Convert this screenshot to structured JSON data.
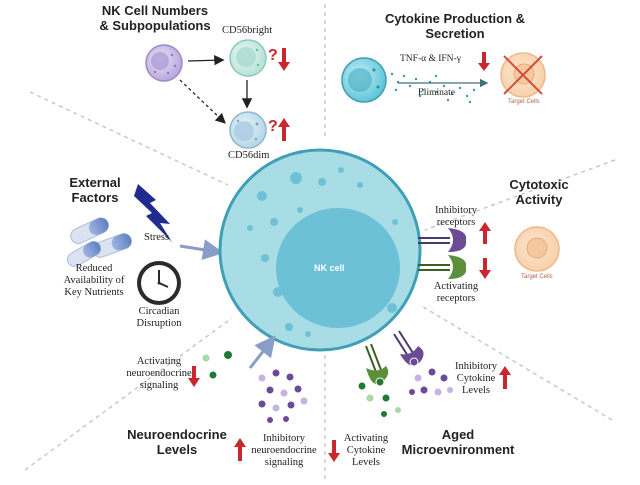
{
  "colors": {
    "nk_cell": "#a8dde6",
    "nk_cell_border": "#3f9fb6",
    "nucleus": "#6cc1d6",
    "down_arrow": "#c9272d",
    "up_arrow": "#c9272d",
    "question": "#c9272d",
    "inhibitory": "#6b4a96",
    "activating": "#5b8f3a",
    "divider": "#c8c8c8"
  },
  "nk_cell": {
    "label": "NK cell"
  },
  "top_left": {
    "title_line1": "NK Cell Numbers",
    "title_line2": "& Subpopulations",
    "cd56bright": "CD56bright",
    "cd56dim": "CD56dim",
    "question": "?"
  },
  "top_right": {
    "title_line1": "Cytokine Production &",
    "title_line2": "Secretion",
    "cytokines": "TNF-α & IFN-γ",
    "eliminate": "Eliminate",
    "target_cells": "Target Cells"
  },
  "left": {
    "title_line1": "External",
    "title_line2": "Factors",
    "stress": "Stress",
    "nutrients_line1": "Reduced",
    "nutrients_line2": "Availability of",
    "nutrients_line3": "Key Nutrients",
    "circadian_line1": "Circadian",
    "circadian_line2": "Disruption"
  },
  "right": {
    "title_line1": "Cytotoxic",
    "title_line2": "Activity",
    "inhibitory_line1": "Inhibitory",
    "inhibitory_line2": "receptors",
    "activating_line1": "Activating",
    "activating_line2": "receptors",
    "target_cells": "Target Cells"
  },
  "bottom_left": {
    "title_line1": "Neuroendocrine",
    "title_line2": "Levels",
    "activating_line1": "Activating",
    "activating_line2": "neuroendocrine",
    "activating_line3": "signaling",
    "inhibitory_line1": "Inhibitory",
    "inhibitory_line2": "neuroendocrine",
    "inhibitory_line3": "signaling"
  },
  "bottom_right": {
    "title_line1": "Aged",
    "title_line2": "Microevnironment",
    "inhibitory_line1": "Inhibitory",
    "inhibitory_line2": "Cytokine",
    "inhibitory_line3": "Levels",
    "activating_line1": "Activating",
    "activating_line2": "Cytokine",
    "activating_line3": "Levels"
  }
}
